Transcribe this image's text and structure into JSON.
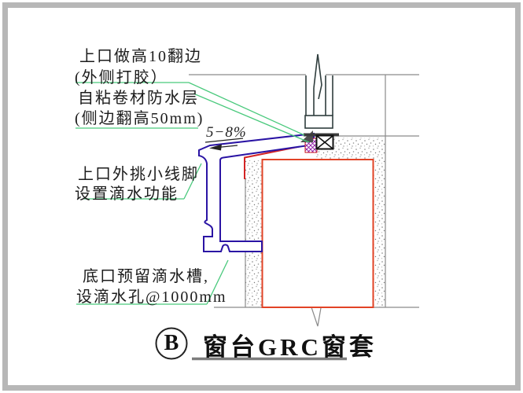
{
  "callouts": {
    "c1_line1": "上口做高10翻边",
    "c1_line2": "(外侧打胶）",
    "c2_line1": "自粘卷材防水层",
    "c2_line2": "(侧边翻高50mm)",
    "c3_line1": "上口外挑小线脚",
    "c3_line2": "设置滴水功能",
    "c4_line1": "底口预留滴水槽,",
    "c4_line2": "设滴水孔@1000mm"
  },
  "slope_label": "5−8%",
  "title": {
    "bubble": "B",
    "text": "窗台GRC窗套"
  },
  "colors": {
    "c-grc": "#2a14a4",
    "c-membrane": "#d42424",
    "c-red": "#e24326",
    "c-green": "#49c97c",
    "c-gray": "#8a8a8a",
    "c-frame": "#2f3d3d",
    "c-hatch": "#9c9c9c",
    "c-purplehatch": "#8d17a6",
    "c-sealant": "#4f4f4f"
  }
}
